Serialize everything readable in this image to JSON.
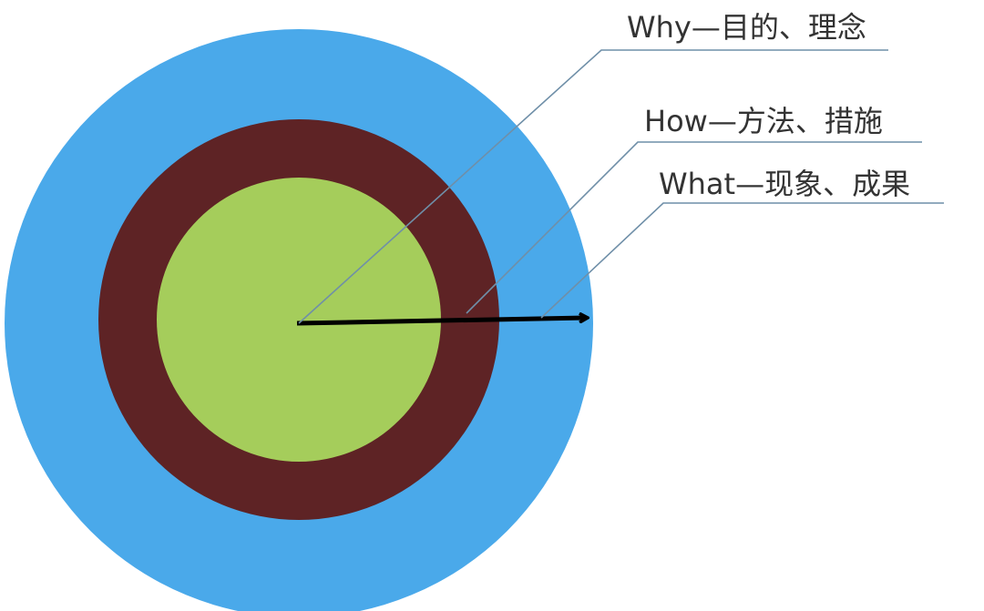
{
  "colors": {
    "outer_ring": "#4aa9ea",
    "middle_ring": "#5e2325",
    "inner_circle": "#a5cd5b",
    "leader_line": "#6f8fa8",
    "arrow": "#000000",
    "label_text": "#333333"
  },
  "labels": {
    "why": "Why—目的、理念",
    "how": "How—方法、措施",
    "what": "What—现象、成果"
  }
}
